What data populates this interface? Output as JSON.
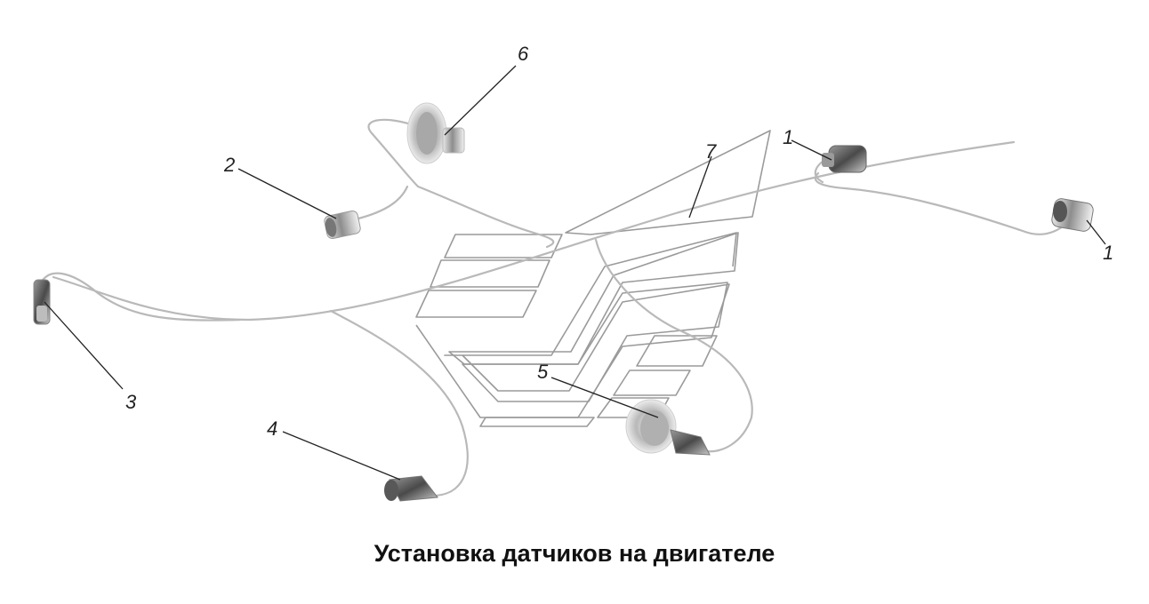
{
  "caption": "Установка датчиков на двигателе",
  "callouts": [
    "1",
    "1",
    "2",
    "3",
    "4",
    "5",
    "6",
    "7"
  ],
  "colors": {
    "wire": "#b9b9b9",
    "logo": "#9a9a9a",
    "leader": "#222222",
    "sensor_dark": "#6e6e6e"
  }
}
